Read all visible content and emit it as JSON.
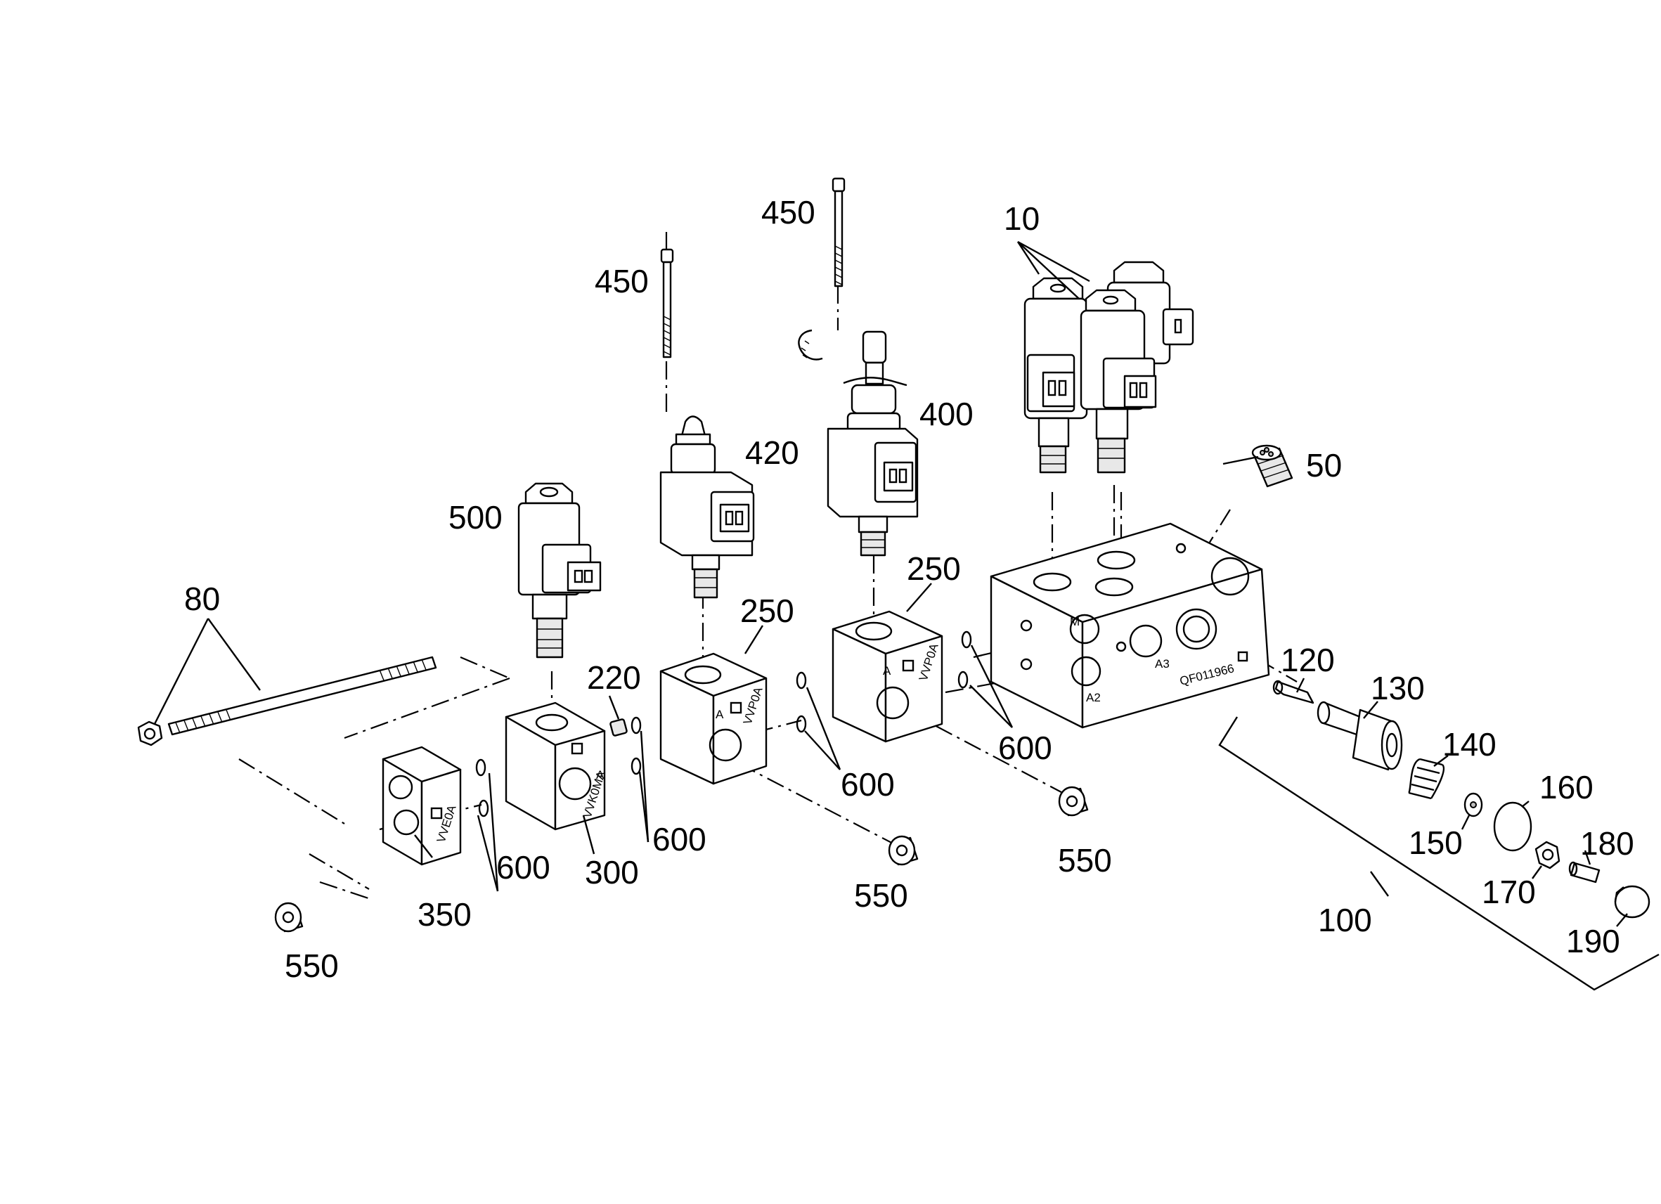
{
  "diagram": {
    "drawing_code": "QF011966",
    "labels": {
      "p10": "10",
      "p50": "50",
      "p80": "80",
      "p100": "100",
      "p120": "120",
      "p130": "130",
      "p140": "140",
      "p150": "150",
      "p160": "160",
      "p170": "170",
      "p180": "180",
      "p190": "190",
      "p220": "220",
      "p250a": "250",
      "p250b": "250",
      "p300": "300",
      "p350": "350",
      "p400": "400",
      "p420": "420",
      "p450a": "450",
      "p450b": "450",
      "p500": "500",
      "p550a": "550",
      "p550b": "550",
      "p550c": "550",
      "p600a": "600",
      "p600b": "600",
      "p600c": "600",
      "p600d": "600"
    },
    "markings": {
      "block_350": "VVE0A",
      "block_300": "VVK0MA",
      "block_250a": "VVP0A",
      "block_250b": "VVP0A",
      "port_a": "A",
      "port_m": "M",
      "port_a2": "A2",
      "port_a3": "A3"
    }
  }
}
